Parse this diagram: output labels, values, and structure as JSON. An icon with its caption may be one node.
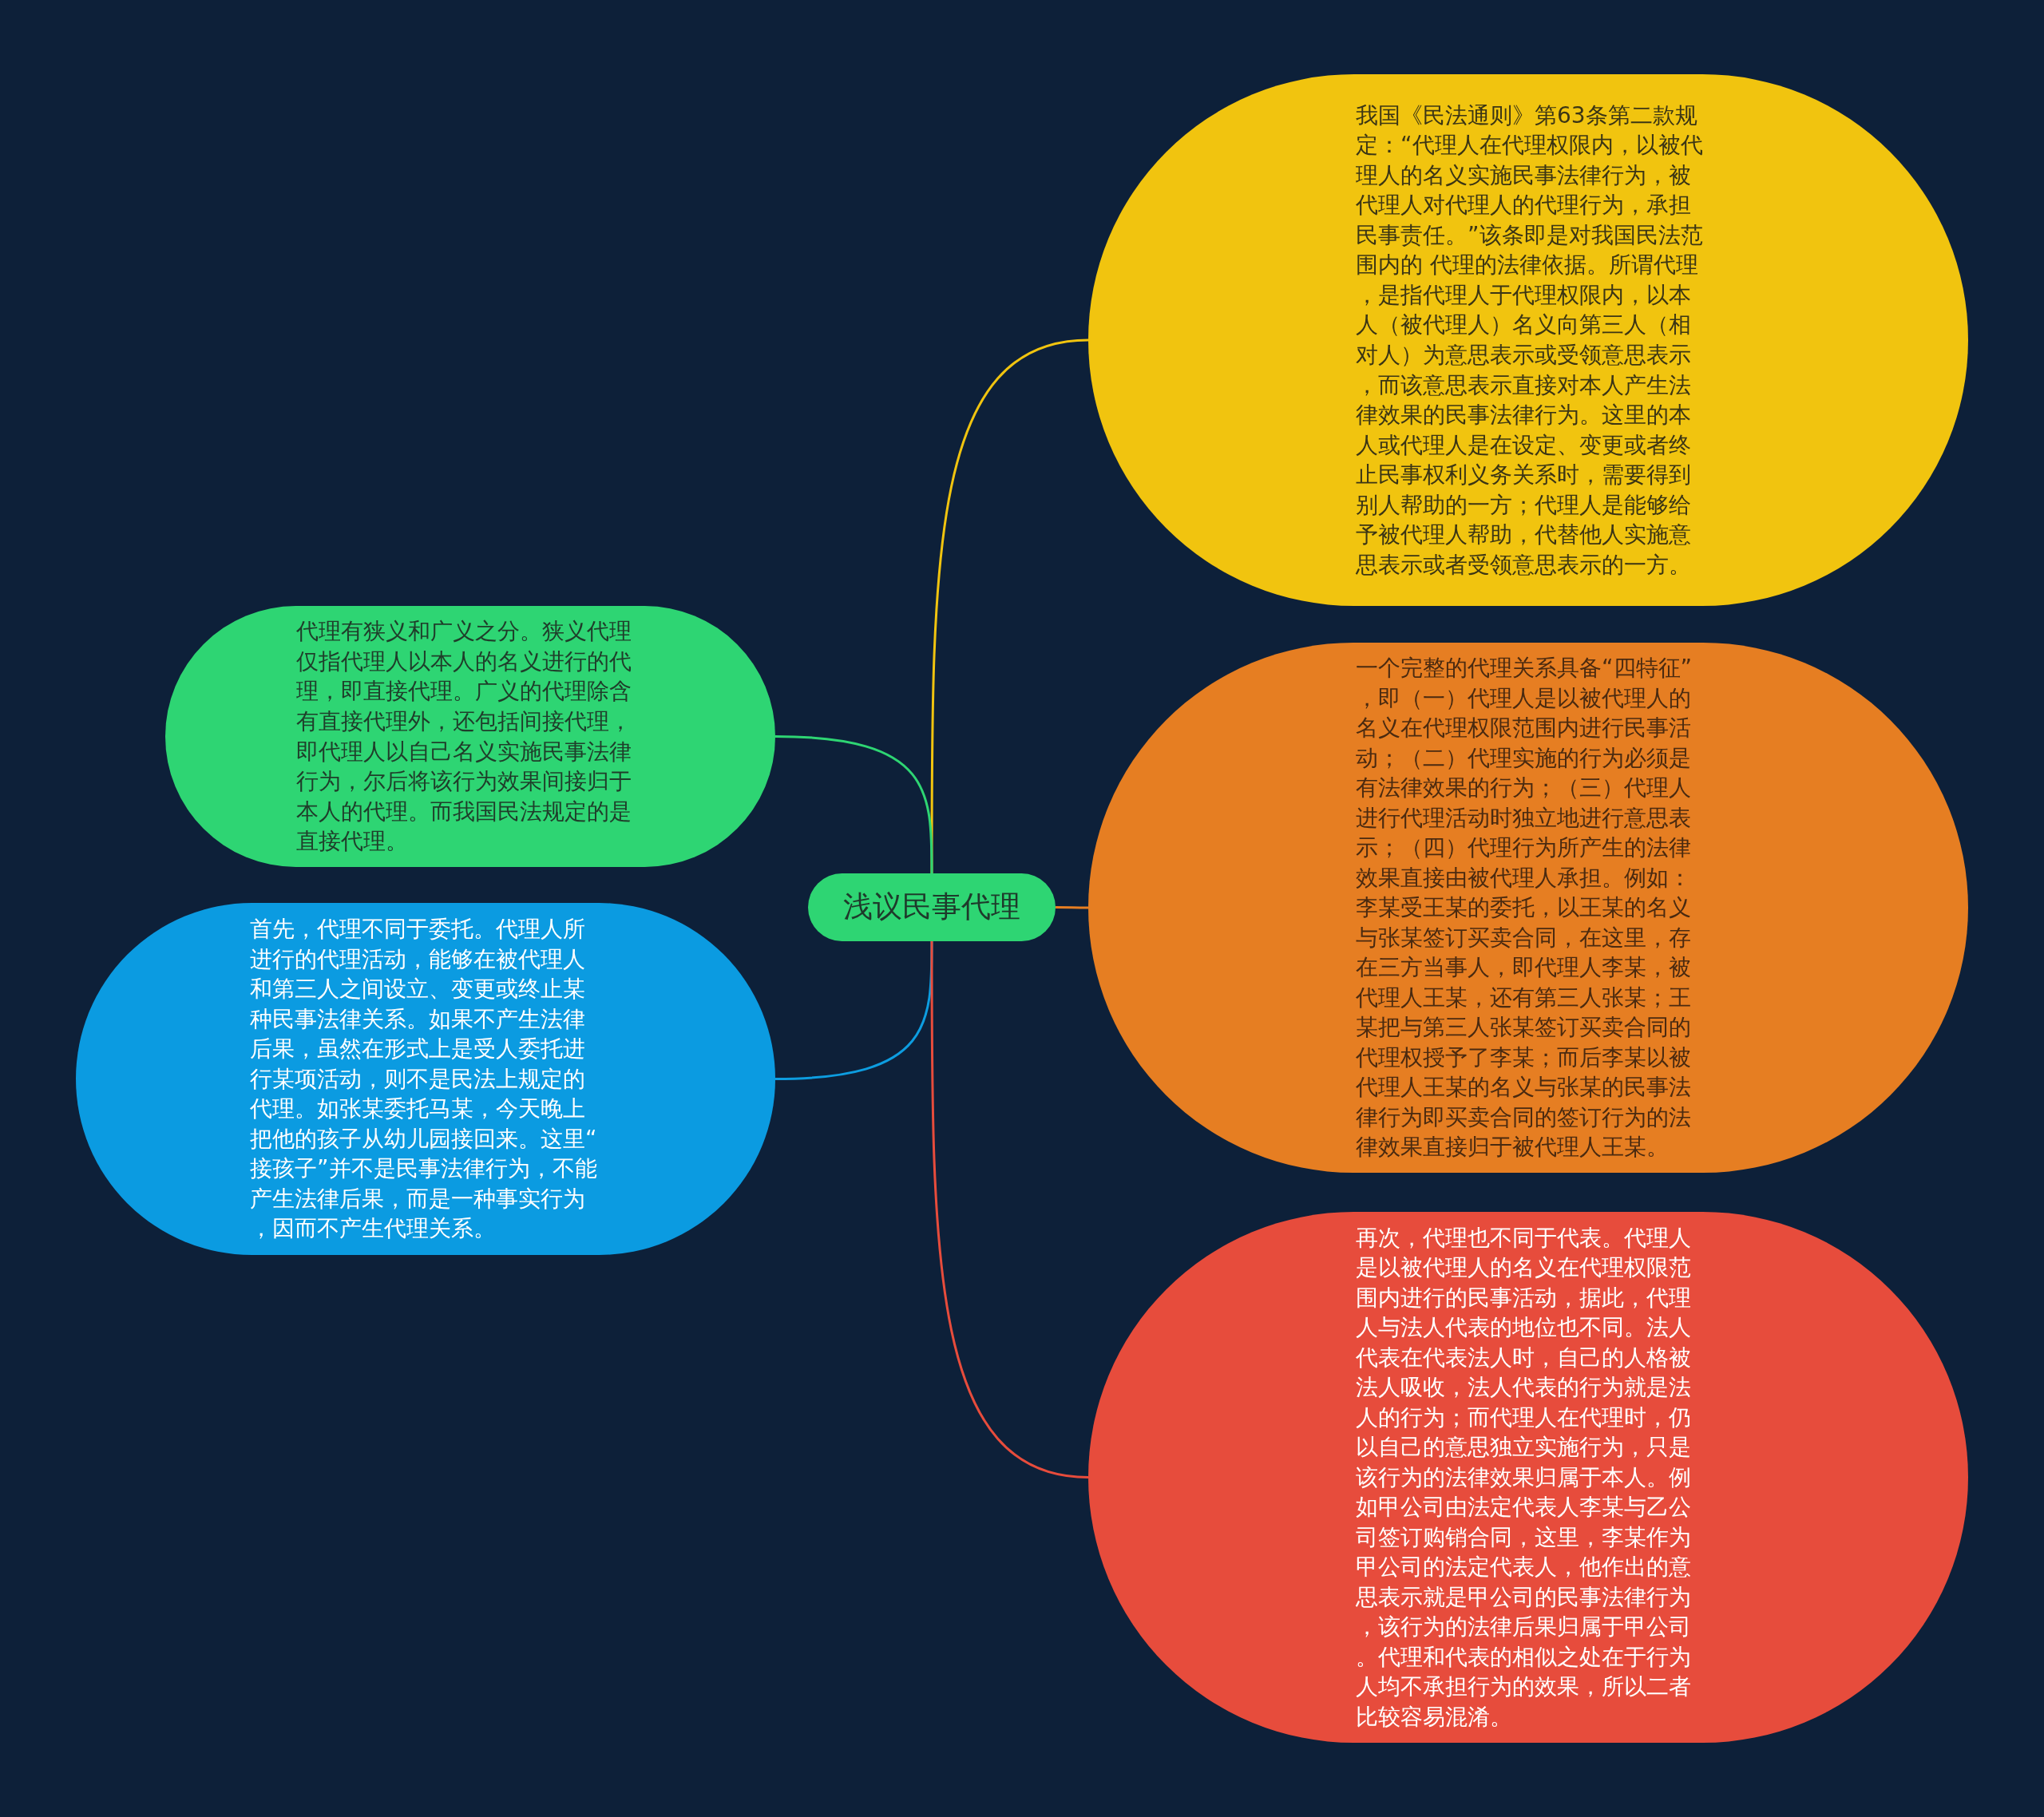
{
  "diagram": {
    "nodes": [
      {
        "text": [
          "浅议民事代理"
        ]
      },
      {
        "text": [
          "我国《民法通则》第63条第二款规定：“代理人在代理权限内，以被代理人的名义实施民事法律行为，被代理人对代理人的代理行为，承担民事责任。”该条即是对我国民法范围内的 代理的法律依据。所谓代理，是指代理人于代理权限内，以本人（被代理人）名义向第三人（相对人）为意思表示或受领意思表示，而该意思表示直接对本人产生法律效果的民事法律行为。这里的本人或代理人是在设定、变更或者终止民事权利义务关系时，需要得到别人帮助的一方；代理人是能够给予被代理人帮助，代替他人实施意思表示或者受领意思表示的一方。"
        ]
      },
      {
        "text": [
          "代理有狭义和广义之分。狭义代理仅指代理人以本人的名义进行的代理，即直接代理。广义的代理除含有直接代理外，还包括间接代理，即代理人以自己名义实施民事法律行为，尔后将该行为效果间接归于本人的代理。而我国民法规定的是直接代理。"
        ]
      },
      {
        "text": [
          "一个完整的代理关系具备“四特征”，即（一）代理人是以被代理人的名义在代理权限范围内进行民事活动；（二）代理实施的行为必须是有法律效果的行为；（三）代理人进行代理活动时独立地进行意思表示；（四）代理行为所产生的法律效果直接由被代理人承担。例如：李某受王某的委托，以王某的名义与张某签订买卖合同，在这里，存在三方当事人，即代理人李某，被代理人王某，还有第三人张某；王某把与第三人张某签订买卖合同的代理权授予了李某；而后李某以被代理人王某的名义与张某的民事法律行为即买卖合同的签订行为的法律效果直接归于被代理人王某。"
        ]
      },
      {
        "text": [
          "首先，代理不同于委托。代理人所进行的代理活动，能够在被代理人和第三人之间设立、变更或终止某种民事法律关系。如果不产生法律后果，虽然在形式上是受人委托进行某项活动，则不是民法上规定的代理。如张某委托马某，今天晚上把他的孩子从幼儿园接回来。这里“接孩子”并不是民事法律行为，不能产生法律后果，而是一种事实行为，因而不产生代理关系。"
        ]
      },
      {
        "text": [
          "再次，代理也不同于代表。代理人是以被代理人的名义在代理权限范围内进行的民事活动，据此，代理人与法人代表的地位也不同。法人代表在代表法人时，自己的人格被法人吸收，法人代表的行为就是法人的行为；而代理人在代理时，仍以自己的意思独立实施行为，只是该行为的法律效果归属于本人。例如甲公司由法定代表人李某与乙公司签订购销合同，这里，李某作为甲公司的法定代表人，他作出的意思表示就是甲公司的民事法律行为，该行为的法律后果归属于甲公司。代理和代表的相似之处在于行为人均不承担行为的效果，所以二者比较容易混淆。"
        ]
      }
    ],
    "edges": [
      {
        "from": 0,
        "to": 1,
        "arrow": "none",
        "color": "#f1c40f"
      },
      {
        "from": 0,
        "to": 2,
        "arrow": "none",
        "color": "#2ed573"
      },
      {
        "from": 0,
        "to": 3,
        "arrow": "none",
        "color": "#e67e22"
      },
      {
        "from": 0,
        "to": 4,
        "arrow": "none",
        "color": "#0d9de0"
      },
      {
        "from": 0,
        "to": 5,
        "arrow": "none",
        "color": "#e74c3c"
      }
    ]
  }
}
